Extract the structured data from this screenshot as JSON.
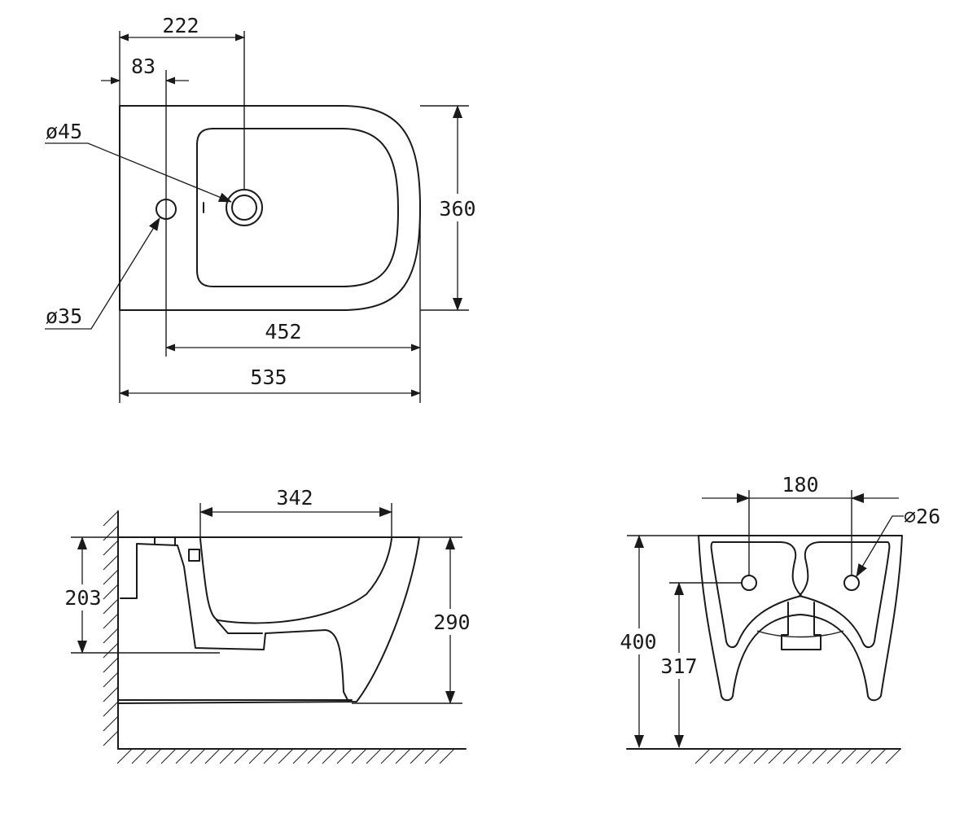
{
  "top_view": {
    "dim_tap_hole_offset": "222",
    "dim_waste_offset": "83",
    "dim_tap_hole_diameter": "ø45",
    "dim_waste_diameter": "ø35",
    "dim_depth": "360",
    "dim_bowl_length": "452",
    "dim_total_length": "535"
  },
  "side_view": {
    "dim_bowl_opening": "342",
    "dim_fixing_height": "203",
    "dim_total_height": "290"
  },
  "rear_view": {
    "dim_fixing_spacing": "180",
    "dim_fixing_diameter": "∅26",
    "dim_total_height": "400",
    "dim_fixing_height": "317"
  },
  "colors": {
    "line": "#1a1a1a",
    "background": "#ffffff"
  }
}
